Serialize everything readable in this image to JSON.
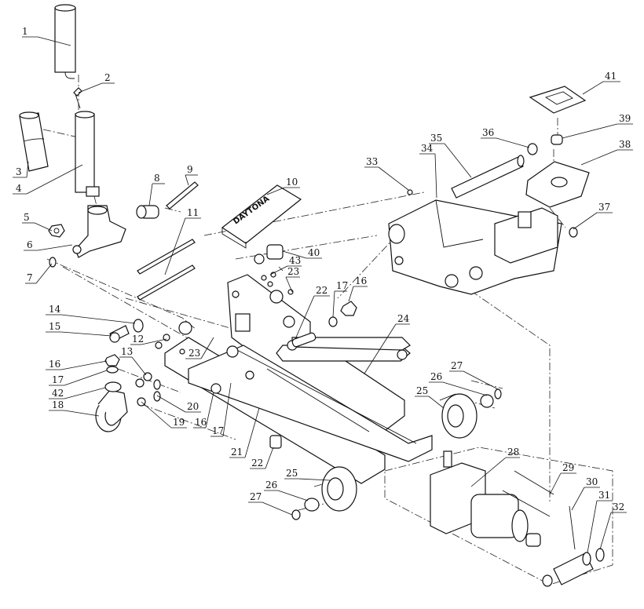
{
  "part_labels": [
    "1",
    "2",
    "3",
    "4",
    "5",
    "6",
    "7",
    "8",
    "9",
    "10",
    "11",
    "12",
    "13",
    "14",
    "15",
    "16",
    "17",
    "42",
    "18",
    "19",
    "20",
    "16",
    "17",
    "21",
    "22",
    "23",
    "23",
    "43",
    "40",
    "17",
    "16",
    "22",
    "24",
    "25",
    "26",
    "27",
    "25",
    "26",
    "27",
    "28",
    "29",
    "30",
    "31",
    "32",
    "33",
    "34",
    "35",
    "36",
    "37",
    "38",
    "39",
    "41"
  ],
  "brand_text": "DAYTONA",
  "colors": {
    "line": "#111111",
    "background": "#ffffff"
  }
}
